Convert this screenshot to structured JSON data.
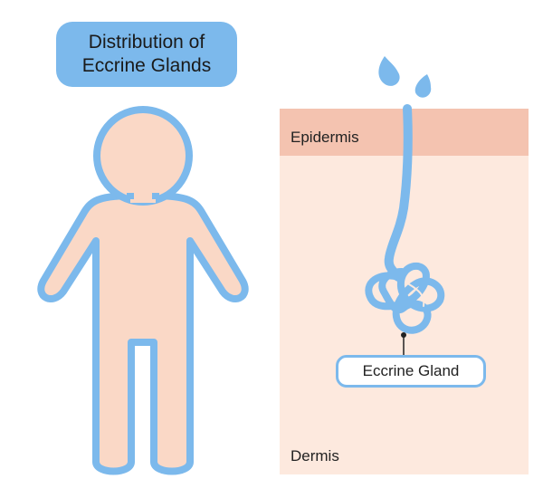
{
  "title": {
    "line1": "Distribution of",
    "line2": "Eccrine Glands"
  },
  "skin": {
    "epidermis_label": "Epidermis",
    "dermis_label": "Dermis",
    "gland_label": "Eccrine Gland"
  },
  "colors": {
    "accent_blue": "#7cb9ec",
    "body_fill": "#fad8c6",
    "epidermis": "#f4c3b0",
    "dermis": "#fde9de"
  }
}
